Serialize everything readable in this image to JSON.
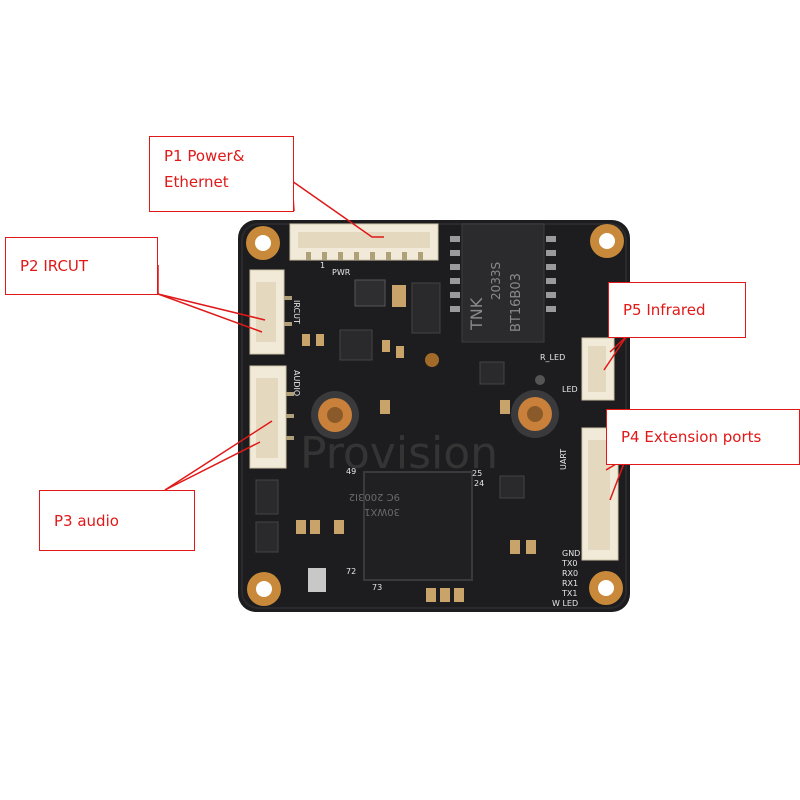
{
  "callouts": {
    "p1": {
      "line1": "P1 Power&",
      "line2": "Ethernet"
    },
    "p2": {
      "label": "P2 IRCUT"
    },
    "p3": {
      "label": "P3 audio"
    },
    "p4": {
      "label": "P4 Extension ports"
    },
    "p5": {
      "label": "P5 Infrared"
    }
  },
  "board": {
    "silkscreen": {
      "ircut": "IRCUT",
      "pwr": "PWR",
      "audio": "AUDIO",
      "r_led": "R_LED",
      "led": "LED",
      "uart": "UART",
      "gnd": "GND",
      "tx0": "TX0",
      "rx0": "RX0",
      "rx1": "RX1",
      "tx1": "TX1",
      "w_led": "W LED",
      "pin25": "25",
      "pin24": "24",
      "pin49": "49",
      "pin72": "72",
      "pin73": "73",
      "pin1": "1"
    },
    "chip_text": {
      "line1": "30WX1",
      "line2": "9C 2003I2"
    },
    "transformer_text": {
      "brand": "TNK",
      "model1": "2033S",
      "model2": "BT16B03"
    },
    "watermark": "Provision"
  }
}
